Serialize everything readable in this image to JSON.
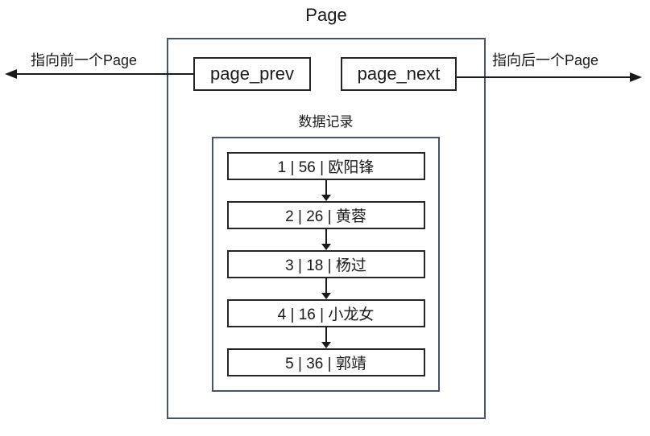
{
  "title": "Page",
  "colors": {
    "frame_border": "#44546A",
    "box_border": "#262626",
    "arrow": "#1a1a1a",
    "background": "#ffffff"
  },
  "pointers": {
    "prev": {
      "label": "page_prev",
      "annotation": "指向前一个Page"
    },
    "next": {
      "label": "page_next",
      "annotation": "指向后一个Page"
    }
  },
  "records_section": {
    "title": "数据记录",
    "records": [
      {
        "text": "1 | 56 | 欧阳锋"
      },
      {
        "text": "2 | 26 | 黄蓉"
      },
      {
        "text": "3 | 18 | 杨过"
      },
      {
        "text": "4 | 16 | 小龙女"
      },
      {
        "text": "5 | 36 | 郭靖"
      }
    ]
  }
}
